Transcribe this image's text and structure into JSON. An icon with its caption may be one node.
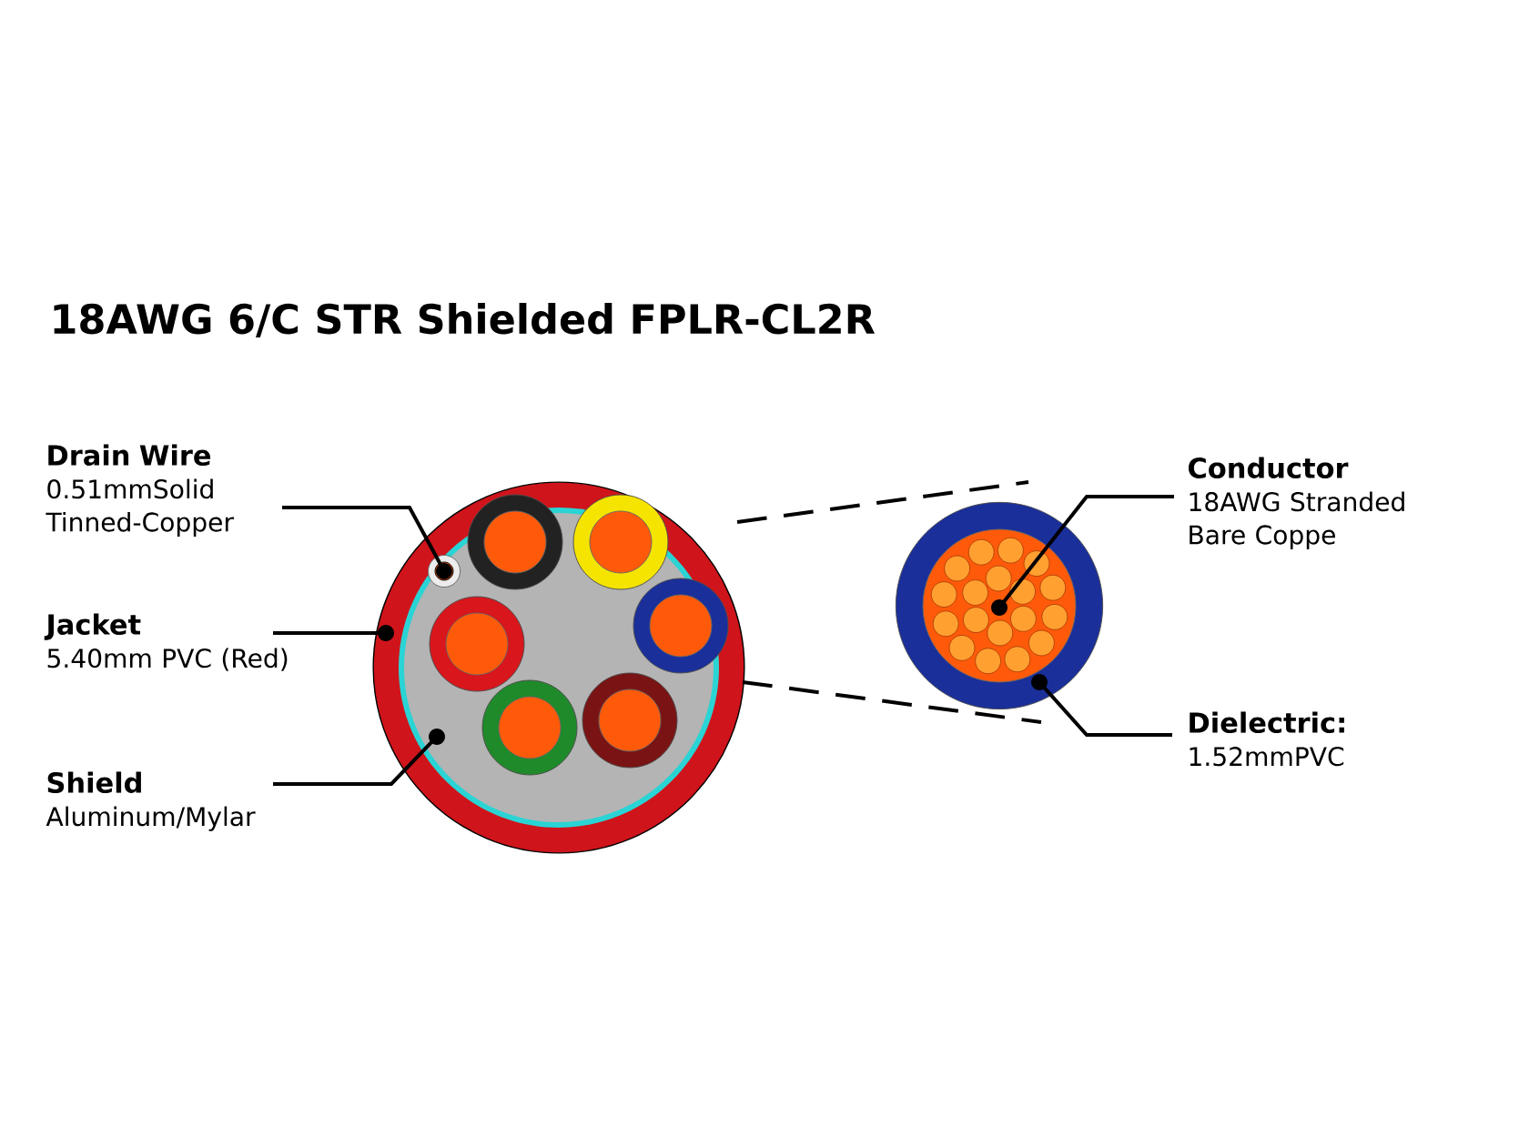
{
  "diagram": {
    "title": "18AWG 6/C STR Shielded FPLR-CL2R",
    "nodes": [
      {
        "text": [
          "Drain Wire",
          "0.51mmSolid Tinned-Copper"
        ]
      },
      {
        "text": [
          "Jacket",
          "5.40mm PVC (Red)"
        ]
      },
      {
        "text": [
          "Shield",
          "Aluminum/Mylar"
        ]
      },
      {
        "text": [
          "Conductor",
          "18AWG Stranded Bare Coppe"
        ]
      },
      {
        "text": [
          "Dielectric:",
          "1.52mmPVC"
        ]
      },
      {
        "text": [],
        "shape": "circle"
      },
      {
        "text": [],
        "shape": "circle",
        "in": 5
      },
      {
        "text": [],
        "shape": "circle"
      }
    ],
    "edges": [
      {
        "from": 0,
        "to": 6,
        "arrow": "other"
      },
      {
        "from": 1,
        "to": 5,
        "arrow": "other"
      },
      {
        "from": 2,
        "to": 5,
        "arrow": "other"
      },
      {
        "from": 3,
        "to": 7,
        "arrow": "other"
      },
      {
        "from": 4,
        "to": 7,
        "arrow": "other"
      },
      {
        "from": 5,
        "to": 7,
        "arrow": "none",
        "style": "dashed"
      },
      {
        "from": 5,
        "to": 7,
        "arrow": "none",
        "style": "dashed"
      }
    ]
  }
}
